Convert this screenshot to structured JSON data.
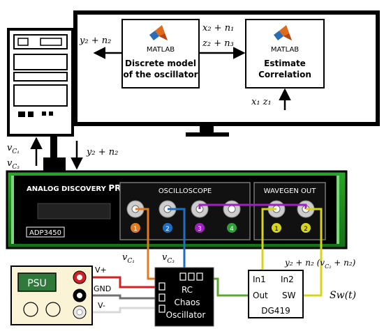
{
  "monitor": {
    "model_box": {
      "brand": "MATLAB",
      "line1": "Discrete model",
      "line2": "of the oscillator"
    },
    "corr_box": {
      "brand": "MATLAB",
      "line1": "Estimate",
      "line2": "Correlation"
    },
    "label_y2n2": "y₂ + n₂",
    "label_x2n1": "x₂ + n₁",
    "label_z2n3": "z₂ + n₃",
    "label_x1z1": "x₁  z₁"
  },
  "pc_cable": {
    "label_vc1": "v",
    "label_vc1_sub": "C₁",
    "label_vc3": "v",
    "label_vc3_sub": "C₃",
    "label_y2n2": "y₂ + n₂"
  },
  "device": {
    "brand": "ANALOG DISCOVERY",
    "brand_suffix": "PRO",
    "model": "ADP3450",
    "osc_title": "OSCILLOSCOPE",
    "wave_title": "WAVEGEN OUT",
    "osc_channels": [
      "1",
      "2",
      "3",
      "4"
    ],
    "wave_channels": [
      "1",
      "2"
    ]
  },
  "colors": {
    "ch1": "#e07b1f",
    "ch2": "#1f6fc0",
    "ch3": "#a020c0",
    "ch4": "#2e9e3a",
    "wave": "#d8d41a",
    "board_green": "#1e8a1e",
    "wire_red": "#d42020",
    "wire_gray": "#707070",
    "wire_white": "#d8d8d8",
    "wire_green": "#5aa832"
  },
  "probe_labels": {
    "vc1": "v",
    "vc1_sub": "C₁",
    "vc3": "v",
    "vc3_sub": "C₃",
    "wave": "y₂ + n₂ (v",
    "wave_sub": "C₂",
    "wave_tail": " + n₂)",
    "sw": "Sw(t)"
  },
  "psu": {
    "title": "PSU",
    "vplus": "V+",
    "gnd": "GND",
    "vminus": "V-"
  },
  "rc": {
    "line1": "RC",
    "line2": "Chaos",
    "line3": "Oscillator"
  },
  "dg419": {
    "in1": "In1",
    "in2": "In2",
    "out": "Out",
    "sw": "SW",
    "name": "DG419"
  }
}
